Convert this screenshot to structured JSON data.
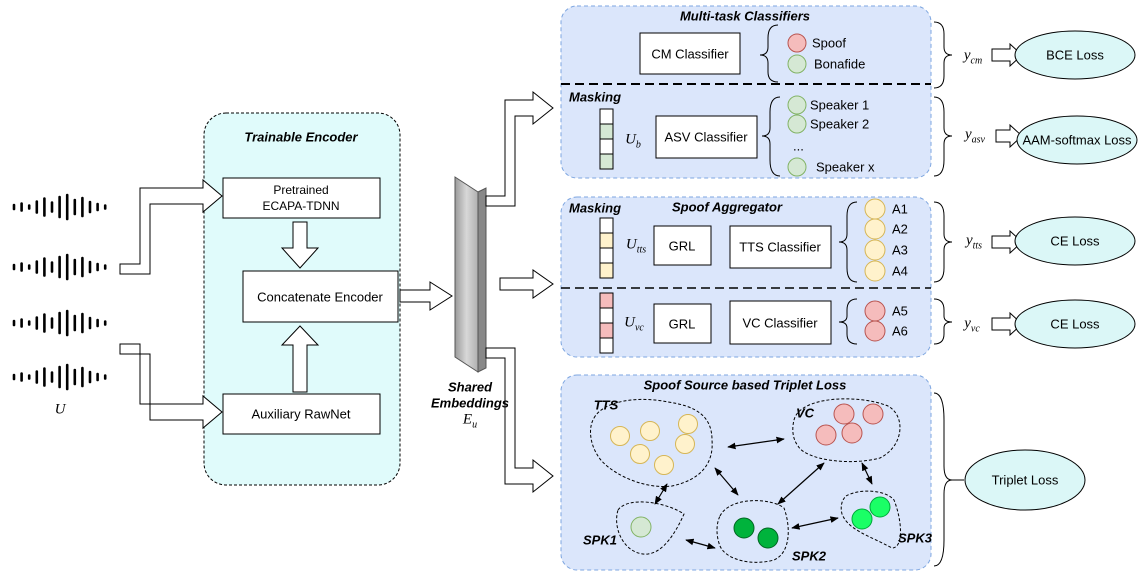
{
  "input": {
    "signal_symbol": "U"
  },
  "encoder": {
    "title": "Trainable Encoder",
    "pretrained_line1": "Pretrained",
    "pretrained_line2": "ECAPA-TDNN",
    "concat": "Concatenate Encoder",
    "auxiliary": "Auxiliary RawNet"
  },
  "shared": {
    "line1": "Shared",
    "line2": "Embeddings",
    "symbol": "E",
    "symbol_sub": "u"
  },
  "multitask": {
    "title": "Multi-task Classifiers",
    "cm_classifier": "CM Classifier",
    "cm_classes": [
      "Spoof",
      "Bonafide"
    ],
    "masking": "Masking",
    "ub_symbol": "U",
    "ub_sub": "b",
    "asv_classifier": "ASV Classifier",
    "speakers": [
      "Speaker 1",
      "Speaker 2",
      "...",
      "Speaker x"
    ],
    "ycm_symbol": "y",
    "ycm_sub": "cm",
    "yasv_symbol": "y",
    "yasv_sub": "asv"
  },
  "spoof_aggregator": {
    "title": "Spoof Aggregator",
    "masking": "Masking",
    "utts_symbol": "U",
    "utts_sub": "tts",
    "uvc_symbol": "U",
    "uvc_sub": "vc",
    "grl": "GRL",
    "tts_classifier": "TTS Classifier",
    "vc_classifier": "VC Classifier",
    "tts_classes": [
      "A1",
      "A2",
      "A3",
      "A4"
    ],
    "vc_classes": [
      "A5",
      "A6"
    ],
    "ytts_symbol": "y",
    "ytts_sub": "tts",
    "yvc_symbol": "y",
    "yvc_sub": "vc"
  },
  "triplet": {
    "title": "Spoof Source based Triplet Loss",
    "clusters": [
      "TTS",
      "VC",
      "SPK1",
      "SPK2",
      "SPK3"
    ]
  },
  "losses": [
    "BCE Loss",
    "AAM-softmax Loss",
    "CE Loss",
    "CE Loss",
    "Triplet Loss"
  ],
  "colors": {
    "panel_fill": "#dbe6fb",
    "panel_border": "#7ea6e0",
    "encoder_fill": "#e0fbfb",
    "loss_fill": "#dbf7f7",
    "spoof_red": "#f5bcbc",
    "bonafide_green": "#d5e8d4",
    "tts_yellow": "#fff2cc",
    "spk_green": "#00cc44",
    "bar_gray": "#c8c8c8"
  }
}
